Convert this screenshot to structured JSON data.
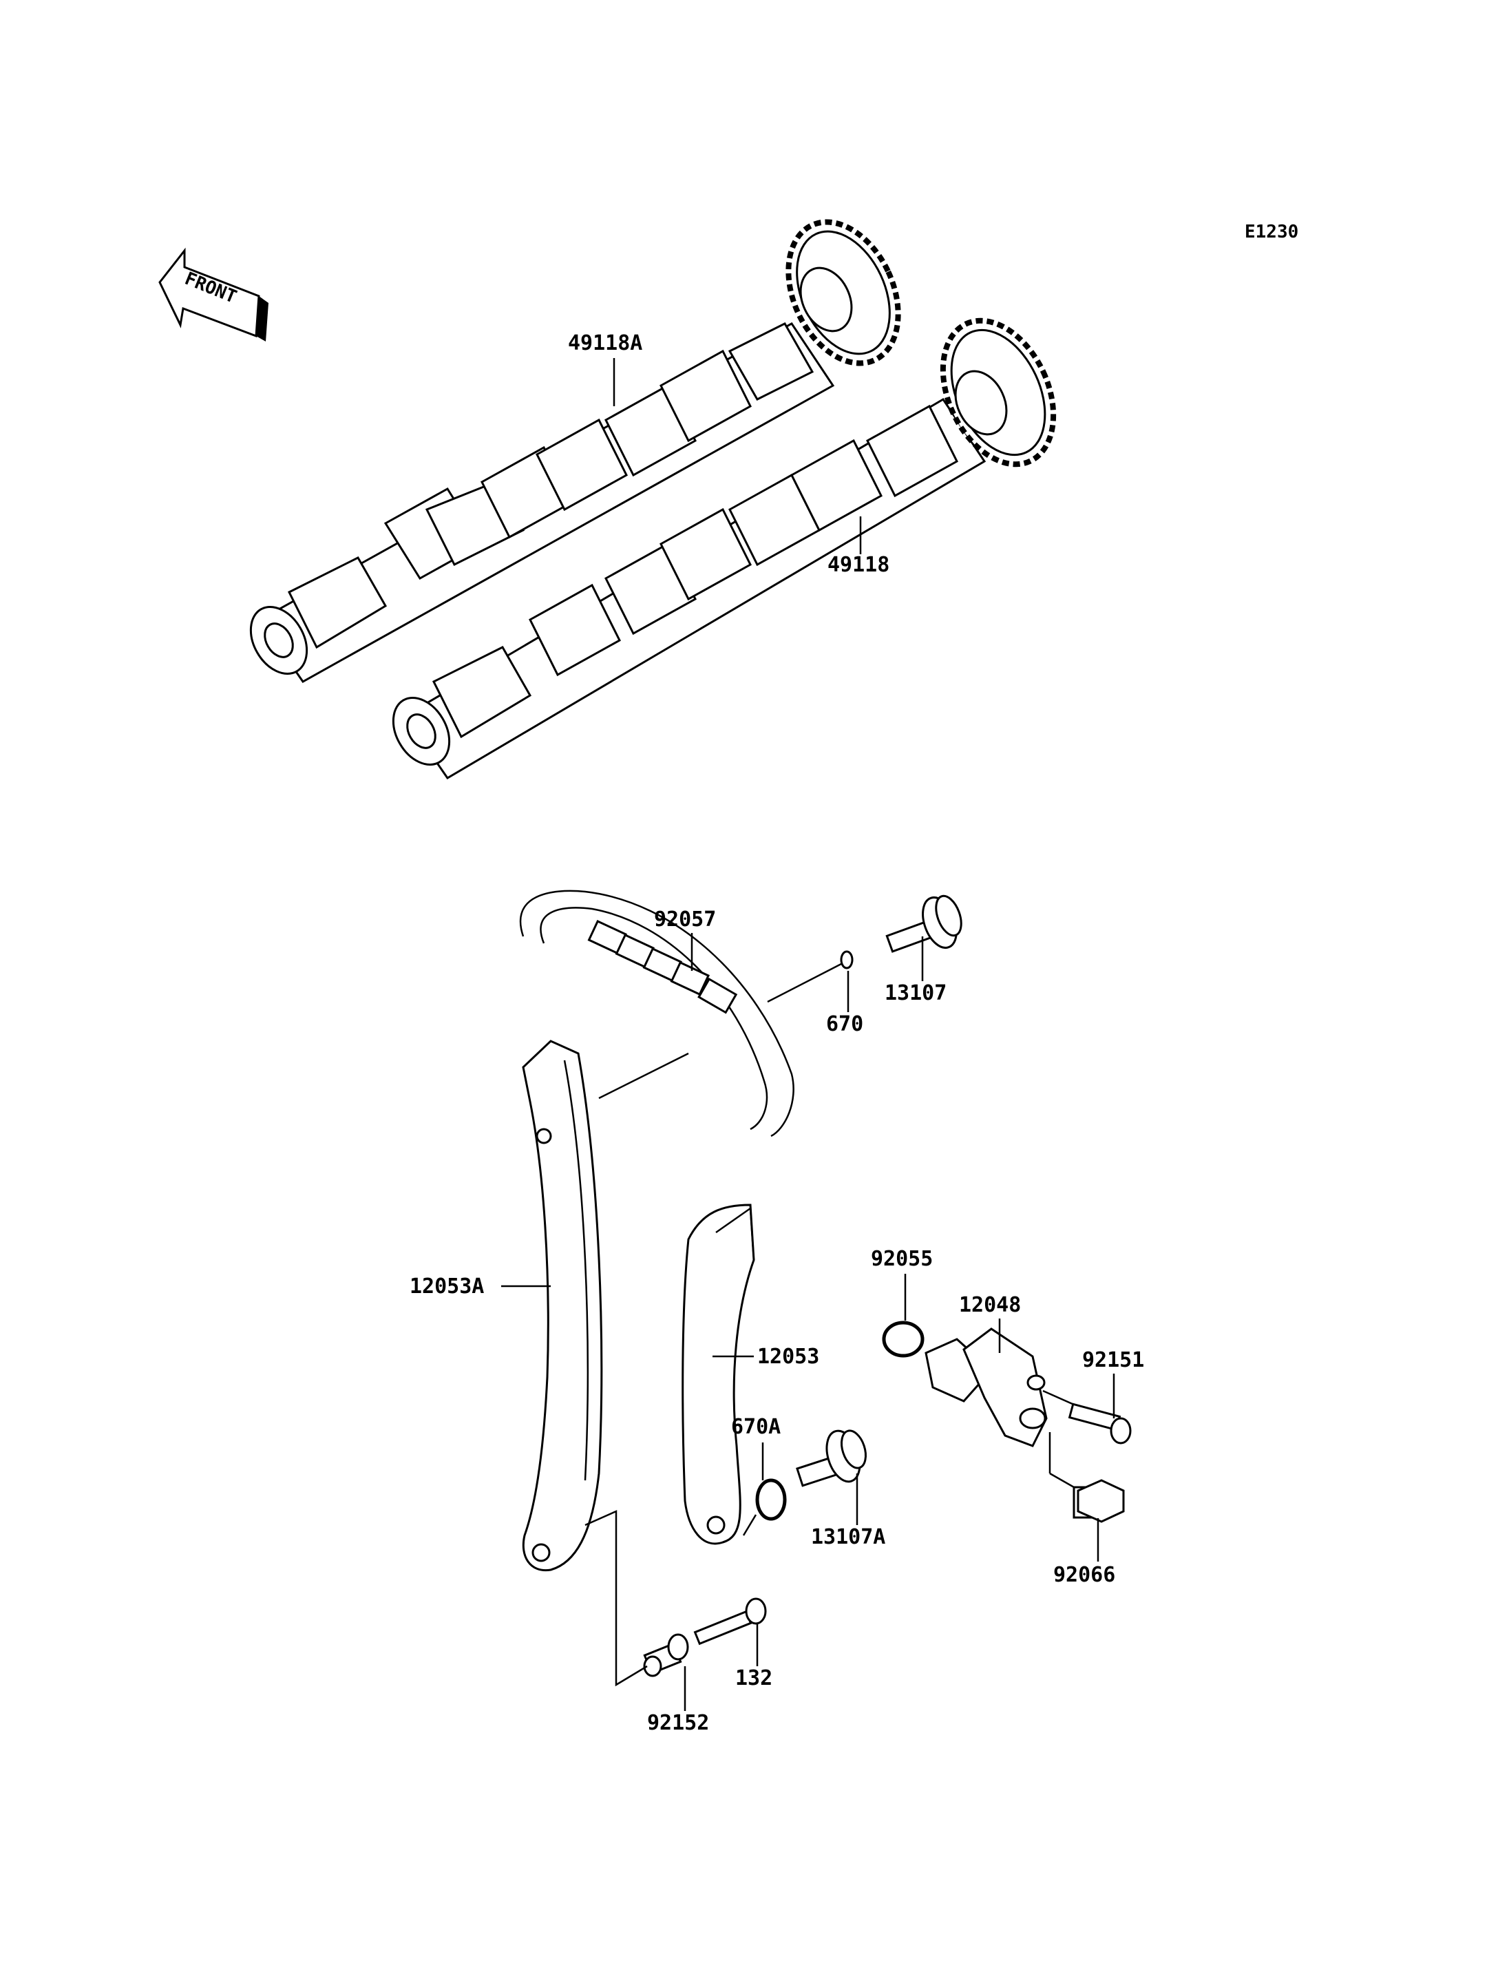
{
  "diagram": {
    "code": "E1230",
    "front_arrow_text": "FRONT",
    "labels": {
      "p49118A": "49118A",
      "p49118": "49118",
      "p92057": "92057",
      "p670": "670",
      "p13107": "13107",
      "p12053A": "12053A",
      "p12053": "12053",
      "p92055": "92055",
      "p12048": "12048",
      "p92151": "92151",
      "p670A": "670A",
      "p13107A": "13107A",
      "p92066": "92066",
      "p132": "132",
      "p92152": "92152"
    }
  }
}
